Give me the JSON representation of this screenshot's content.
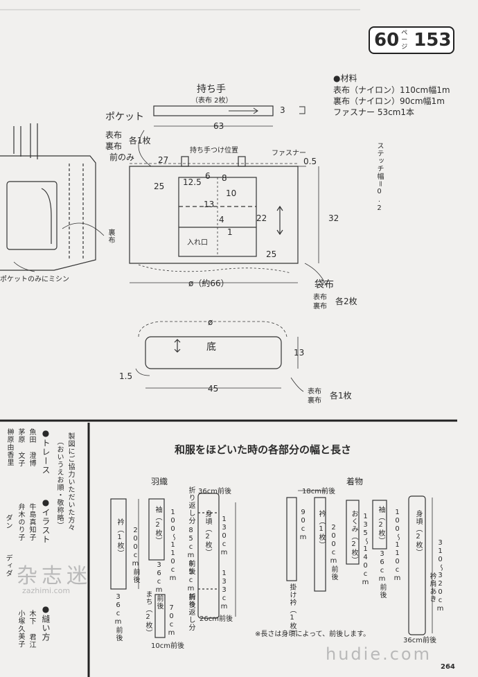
{
  "header": {
    "page_ref": "60",
    "page_ref_unit": "ページ",
    "page_number_big": "153"
  },
  "materials": {
    "heading": "●材料",
    "lines": [
      "表布（ナイロン）110cm幅1m",
      "裏布（ナイロン）90cm幅1m",
      "ファスナー 53cm1本"
    ]
  },
  "handle": {
    "title": "持ち手",
    "note": "（表布 2枚）",
    "width": "3",
    "length": "63"
  },
  "pocket": {
    "title": "ポケット",
    "note_a": "表布",
    "note_b": "裏布",
    "count": "各1枚",
    "front_only": "前のみ",
    "stitch_note": "ポケットのみにミシン",
    "lining_label": "裏布"
  },
  "body_piece": {
    "label_handle_pos": "持ち手つけ位置",
    "label_zipper": "ファスナー",
    "stitch_width": "ステッチ幅＝0.2",
    "dims": [
      "27",
      "0.5",
      "6",
      "8",
      "12.5",
      "25",
      "10",
      "13",
      "4",
      "1",
      "22",
      "25",
      "32"
    ],
    "opening": "入れ口",
    "circumference": "ø（約66）",
    "title": "袋布",
    "note_a": "表布",
    "note_b": "裏布",
    "count": "各2枚"
  },
  "bottom_piece": {
    "title": "底",
    "phi": "ø",
    "width": "45",
    "height": "13",
    "corner": "1.5",
    "note_a": "表布",
    "note_b": "裏布",
    "count": "各1枚"
  },
  "credits": {
    "cooperation": "製図にご協力いただいた方々",
    "cooperation_sub": "（おいうえお順・敬称略）",
    "trace_label": "●トレース",
    "trace_names": [
      "魚田 澄博",
      "茅原 文子",
      "榊原由香里"
    ],
    "illust_label": "●イラスト",
    "illust_names": [
      "牛島真知子",
      "弁木のり子"
    ],
    "sewing_label": "●縫い方",
    "sewing_names": [
      "木下 君江",
      "小塚久美子"
    ],
    "cut_names": [
      "ダン",
      "ディダ"
    ]
  },
  "kimono": {
    "title": "和服をほどいた時の各部分の幅と長さ",
    "haori_label": "羽織",
    "kimono_label": "着物",
    "haori": {
      "eri": "衿（1枚）",
      "eri_len": "200cm前後",
      "eri_w": "36cm前後",
      "sode": "袖（2枚）",
      "sode_len": "100〜110cm",
      "sode_w": "36cm前後",
      "mami": "身頃（2枚）",
      "mami_top": "36cm前後",
      "mami_len1": "130cm",
      "mami_len2": "133cm",
      "mami_bottom": "26cm前後",
      "orikaeshi_top": "折り返し分",
      "fold_a": "85cm前後",
      "fold_b": "85cm前後",
      "orikaeshi_bottom": "折り返し分",
      "machi": "まち（2枚）",
      "machi_len": "70cm",
      "machi_w": "10cm前後"
    },
    "kimono_parts": {
      "top_w": "18cm前後",
      "kakeeri": "掛け衿（1枚）",
      "kakeeri_len": "90cm",
      "eri": "衿（1枚）",
      "eri_len": "200cm前後",
      "okumi": "おくみ（2枚）",
      "okumi_len": "135〜140cm",
      "sode": "袖（2枚）",
      "sode_len": "100〜110cm",
      "sode_w": "36cm前後",
      "mami": "身頃（2枚）",
      "mami_len": "310〜320cm",
      "kata": "衿肩あき",
      "mami_w": "36cm前後"
    },
    "footnote": "※長さは身頃によって、前後します。"
  },
  "footer": {
    "page_number": "264",
    "watermark_site": "hudie.com",
    "watermark_cn": "杂志迷",
    "watermark_url": "zazhimi.com"
  }
}
